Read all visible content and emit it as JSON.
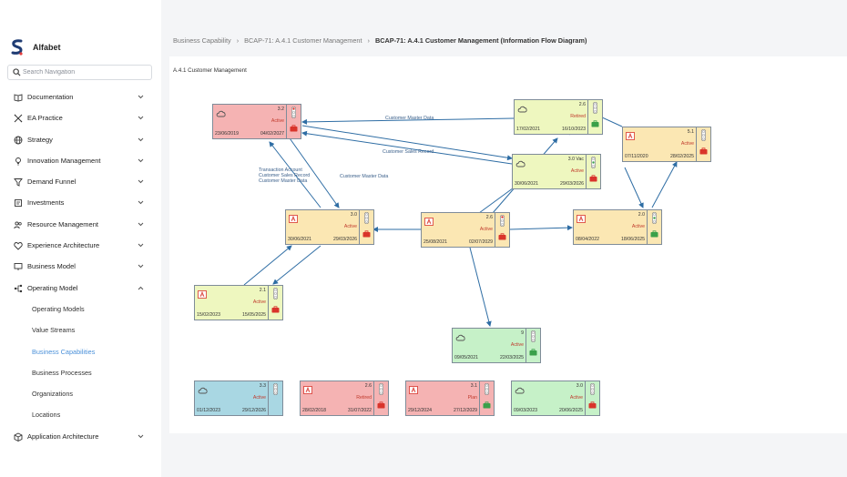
{
  "app": {
    "brand": "Alfabet"
  },
  "search": {
    "placeholder": "Search Navigation"
  },
  "nav": {
    "items": [
      {
        "label": "Documentation"
      },
      {
        "label": "EA Practice"
      },
      {
        "label": "Strategy"
      },
      {
        "label": "Innovation Management"
      },
      {
        "label": "Demand Funnel"
      },
      {
        "label": "Investments"
      },
      {
        "label": "Resource Management"
      },
      {
        "label": "Experience Architecture"
      },
      {
        "label": "Business Model"
      },
      {
        "label": "Operating Model"
      }
    ],
    "subitems": [
      {
        "label": "Operating Models"
      },
      {
        "label": "Value Streams"
      },
      {
        "label": "Business Capabilities"
      },
      {
        "label": "Business Processes"
      },
      {
        "label": "Organizations"
      },
      {
        "label": "Locations"
      }
    ],
    "last": {
      "label": "Application Architecture"
    }
  },
  "breadcrumb": {
    "item1": "Business Capability",
    "item2": "BCAP-71: A.4.1 Customer Management",
    "current": "BCAP-71: A.4.1 Customer Management (Information Flow Diagram)"
  },
  "diagram": {
    "title": "A.4.1 Customer Management",
    "labels": {
      "cmd_top": "Customer Master Data",
      "csr": "Customer Sales Record",
      "cmd_mid": "Customer Master Data",
      "multi1": "Transaction Account",
      "multi2": "Customer Sales Record",
      "multi3": "Customer Master Data"
    },
    "cards": [
      {
        "num": "3.2",
        "status": "Active",
        "d1": "23/06/2019",
        "d2": "04/02/2027"
      },
      {
        "num": "2.6",
        "status": "Retired",
        "d1": "17/02/2021",
        "d2": "16/10/2023"
      },
      {
        "num": "5.1",
        "status": "Active",
        "d1": "07/11/2020",
        "d2": "28/02/2025"
      },
      {
        "num": "3.0 Vac",
        "status": "Active",
        "d1": "30/06/2021",
        "d2": "29/03/2026"
      },
      {
        "num": "3.0",
        "status": "Active",
        "d1": "30/06/2021",
        "d2": "29/03/2026"
      },
      {
        "num": "2.6",
        "status": "Active",
        "d1": "25/08/2021",
        "d2": "02/07/2029"
      },
      {
        "num": "2.0",
        "status": "Active",
        "d1": "08/04/2022",
        "d2": "18/06/2025"
      },
      {
        "num": "2.1",
        "status": "Active",
        "d1": "15/02/2023",
        "d2": "15/05/2025"
      },
      {
        "num": "9",
        "status": "Active",
        "d1": "09/05/2021",
        "d2": "22/03/2025"
      },
      {
        "num": "3.3",
        "status": "Active",
        "d1": "01/12/2023",
        "d2": "29/12/2026"
      },
      {
        "num": "2.6",
        "status": "Retired",
        "d1": "28/02/2018",
        "d2": "31/07/2022"
      },
      {
        "num": "3.1",
        "status": "Plan",
        "d1": "29/12/2024",
        "d2": "27/12/2029"
      },
      {
        "num": "3.0",
        "status": "Active",
        "d1": "09/03/2023",
        "d2": "20/06/2025"
      }
    ]
  },
  "colors": {
    "accent": "#4a90d9",
    "active_status": "#c0392b",
    "connector": "#2e6da4",
    "card_red": "#f5b3b3",
    "card_yellow": "#fbe7b3",
    "card_green": "#c6f1c8",
    "card_blue": "#a9d7e3"
  }
}
